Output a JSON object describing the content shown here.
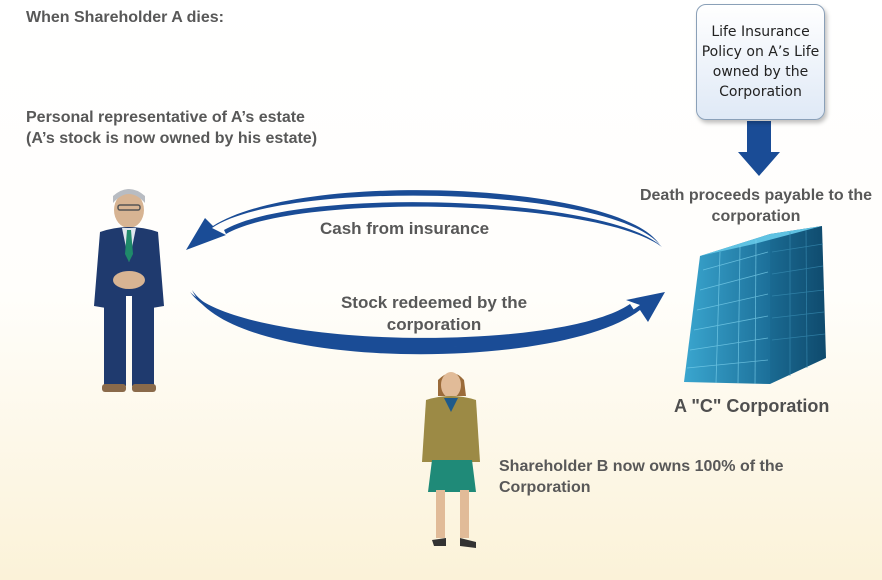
{
  "title": "When Shareholder A dies:",
  "personal_rep": "Personal representative of A’s estate (A’s stock is now owned by his estate)",
  "policy_box": "Life Insurance\nPolicy on A’s Life\nowned by the\nCorporation",
  "proceeds": "Death proceeds payable to the corporation",
  "cash_label": "Cash from insurance",
  "stock_label": "Stock redeemed by the corporation",
  "corporation_label": "A \"C\" Corporation",
  "shareholder_b": "Shareholder B now owns 100% of the Corporation",
  "colors": {
    "arrow_blue": "#1a4c96",
    "text_gray": "#585858",
    "building_teal": "#2d8fb8",
    "background_cream": "#fbf2d8"
  },
  "icons": [
    "businessman-icon",
    "businesswoman-icon",
    "office-building-icon",
    "down-arrow-icon"
  ]
}
